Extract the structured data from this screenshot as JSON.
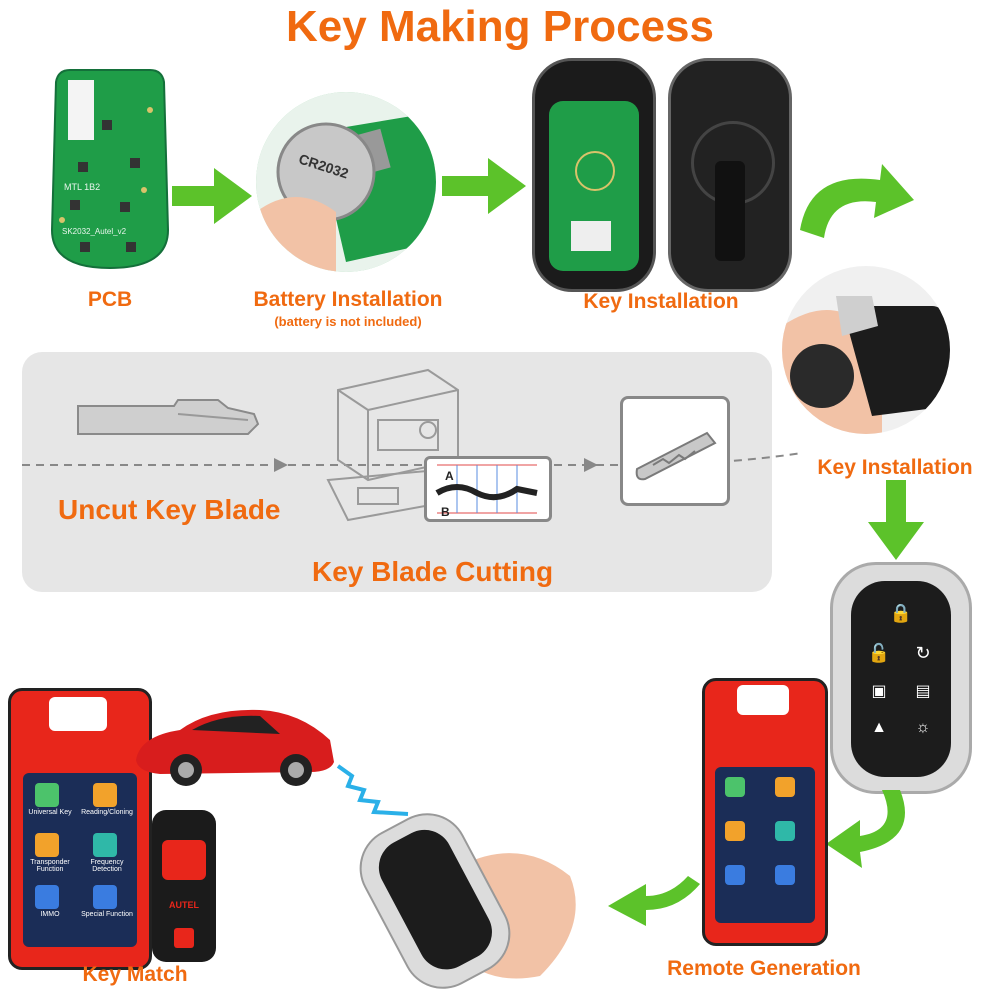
{
  "title": "Key Making Process",
  "steps": {
    "pcb": "PCB",
    "battery_installation": "Battery Installation",
    "battery_note": "(battery is not included)",
    "key_installation_top": "Key Installation",
    "key_installation_right": "Key Installation",
    "uncut_key_blade": "Uncut Key Blade",
    "key_blade_cutting": "Key Blade Cutting",
    "key_match": "Key Match",
    "remote_generation": "Remote Generation"
  },
  "pcb_print": {
    "model": "SK2032_Autel_v2",
    "code": "MTL 1B2"
  },
  "battery_print": "CR2032",
  "cut_chart_marks": {
    "a": "A",
    "b": "B"
  },
  "tablet": {
    "apps": [
      "Universal Key",
      "Reading/Cloning",
      "Transponder Function",
      "Frequency Detection",
      "IMMO",
      "Special Function"
    ]
  },
  "obd_brand": "AUTEL",
  "colors": {
    "accent": "#f06a10",
    "arrow_green": "#5cc22a",
    "device_red": "#e8261b",
    "pcb_green": "#1f9d48"
  },
  "icons": [
    "green-arrow-icon",
    "lock-icon",
    "unlock-icon",
    "trunk-icon",
    "door-icon",
    "car-icon",
    "light-icon",
    "signal-icon"
  ]
}
